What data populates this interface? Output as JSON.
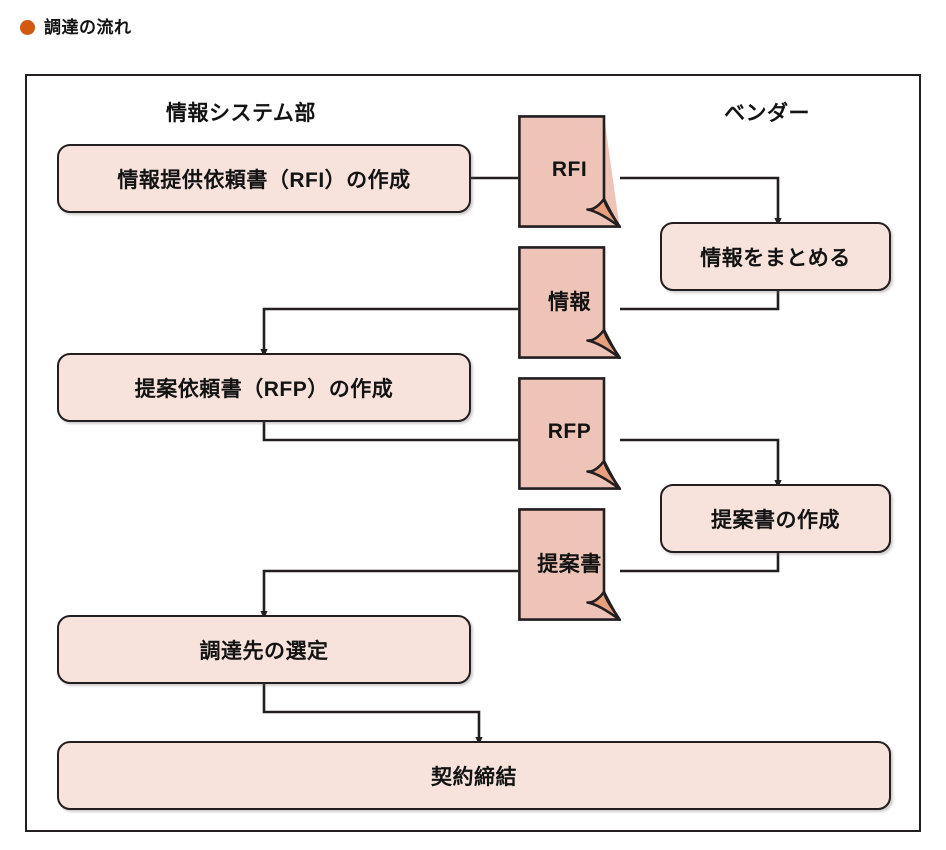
{
  "title": {
    "bullet_color": "#d2590f",
    "text": "調達の流れ"
  },
  "colors": {
    "process_fill": "#f7e3dc",
    "document_fill": "#eec4b8",
    "curl_fill": "#e79f7e",
    "stroke": "#231f20",
    "frame": "#231f20",
    "background": "#ffffff"
  },
  "columns": [
    {
      "id": "internal",
      "label": "情報システム部"
    },
    {
      "id": "vendor",
      "label": "ベンダー"
    }
  ],
  "process_boxes": [
    {
      "id": "rfi-create",
      "label": "情報提供依頼書（RFI）の作成",
      "column": "internal"
    },
    {
      "id": "gather-info",
      "label": "情報をまとめる",
      "column": "vendor"
    },
    {
      "id": "rfp-create",
      "label": "提案依頼書（RFP）の作成",
      "column": "internal"
    },
    {
      "id": "proposal-create",
      "label": "提案書の作成",
      "column": "vendor"
    },
    {
      "id": "select-vendor",
      "label": "調達先の選定",
      "column": "internal"
    },
    {
      "id": "contract",
      "label": "契約締結",
      "column": "both"
    }
  ],
  "documents": [
    {
      "id": "doc-rfi",
      "label": "RFI"
    },
    {
      "id": "doc-info",
      "label": "情報"
    },
    {
      "id": "doc-rfp",
      "label": "RFP"
    },
    {
      "id": "doc-proposal",
      "label": "提案書"
    }
  ],
  "flow": {
    "type": "flowchart",
    "direction": "top-to-bottom",
    "steps": [
      "情報提供依頼書（RFI）の作成",
      "RFI",
      "情報をまとめる",
      "情報",
      "提案依頼書（RFP）の作成",
      "RFP",
      "提案書の作成",
      "提案書",
      "調達先の選定",
      "契約締結"
    ]
  }
}
